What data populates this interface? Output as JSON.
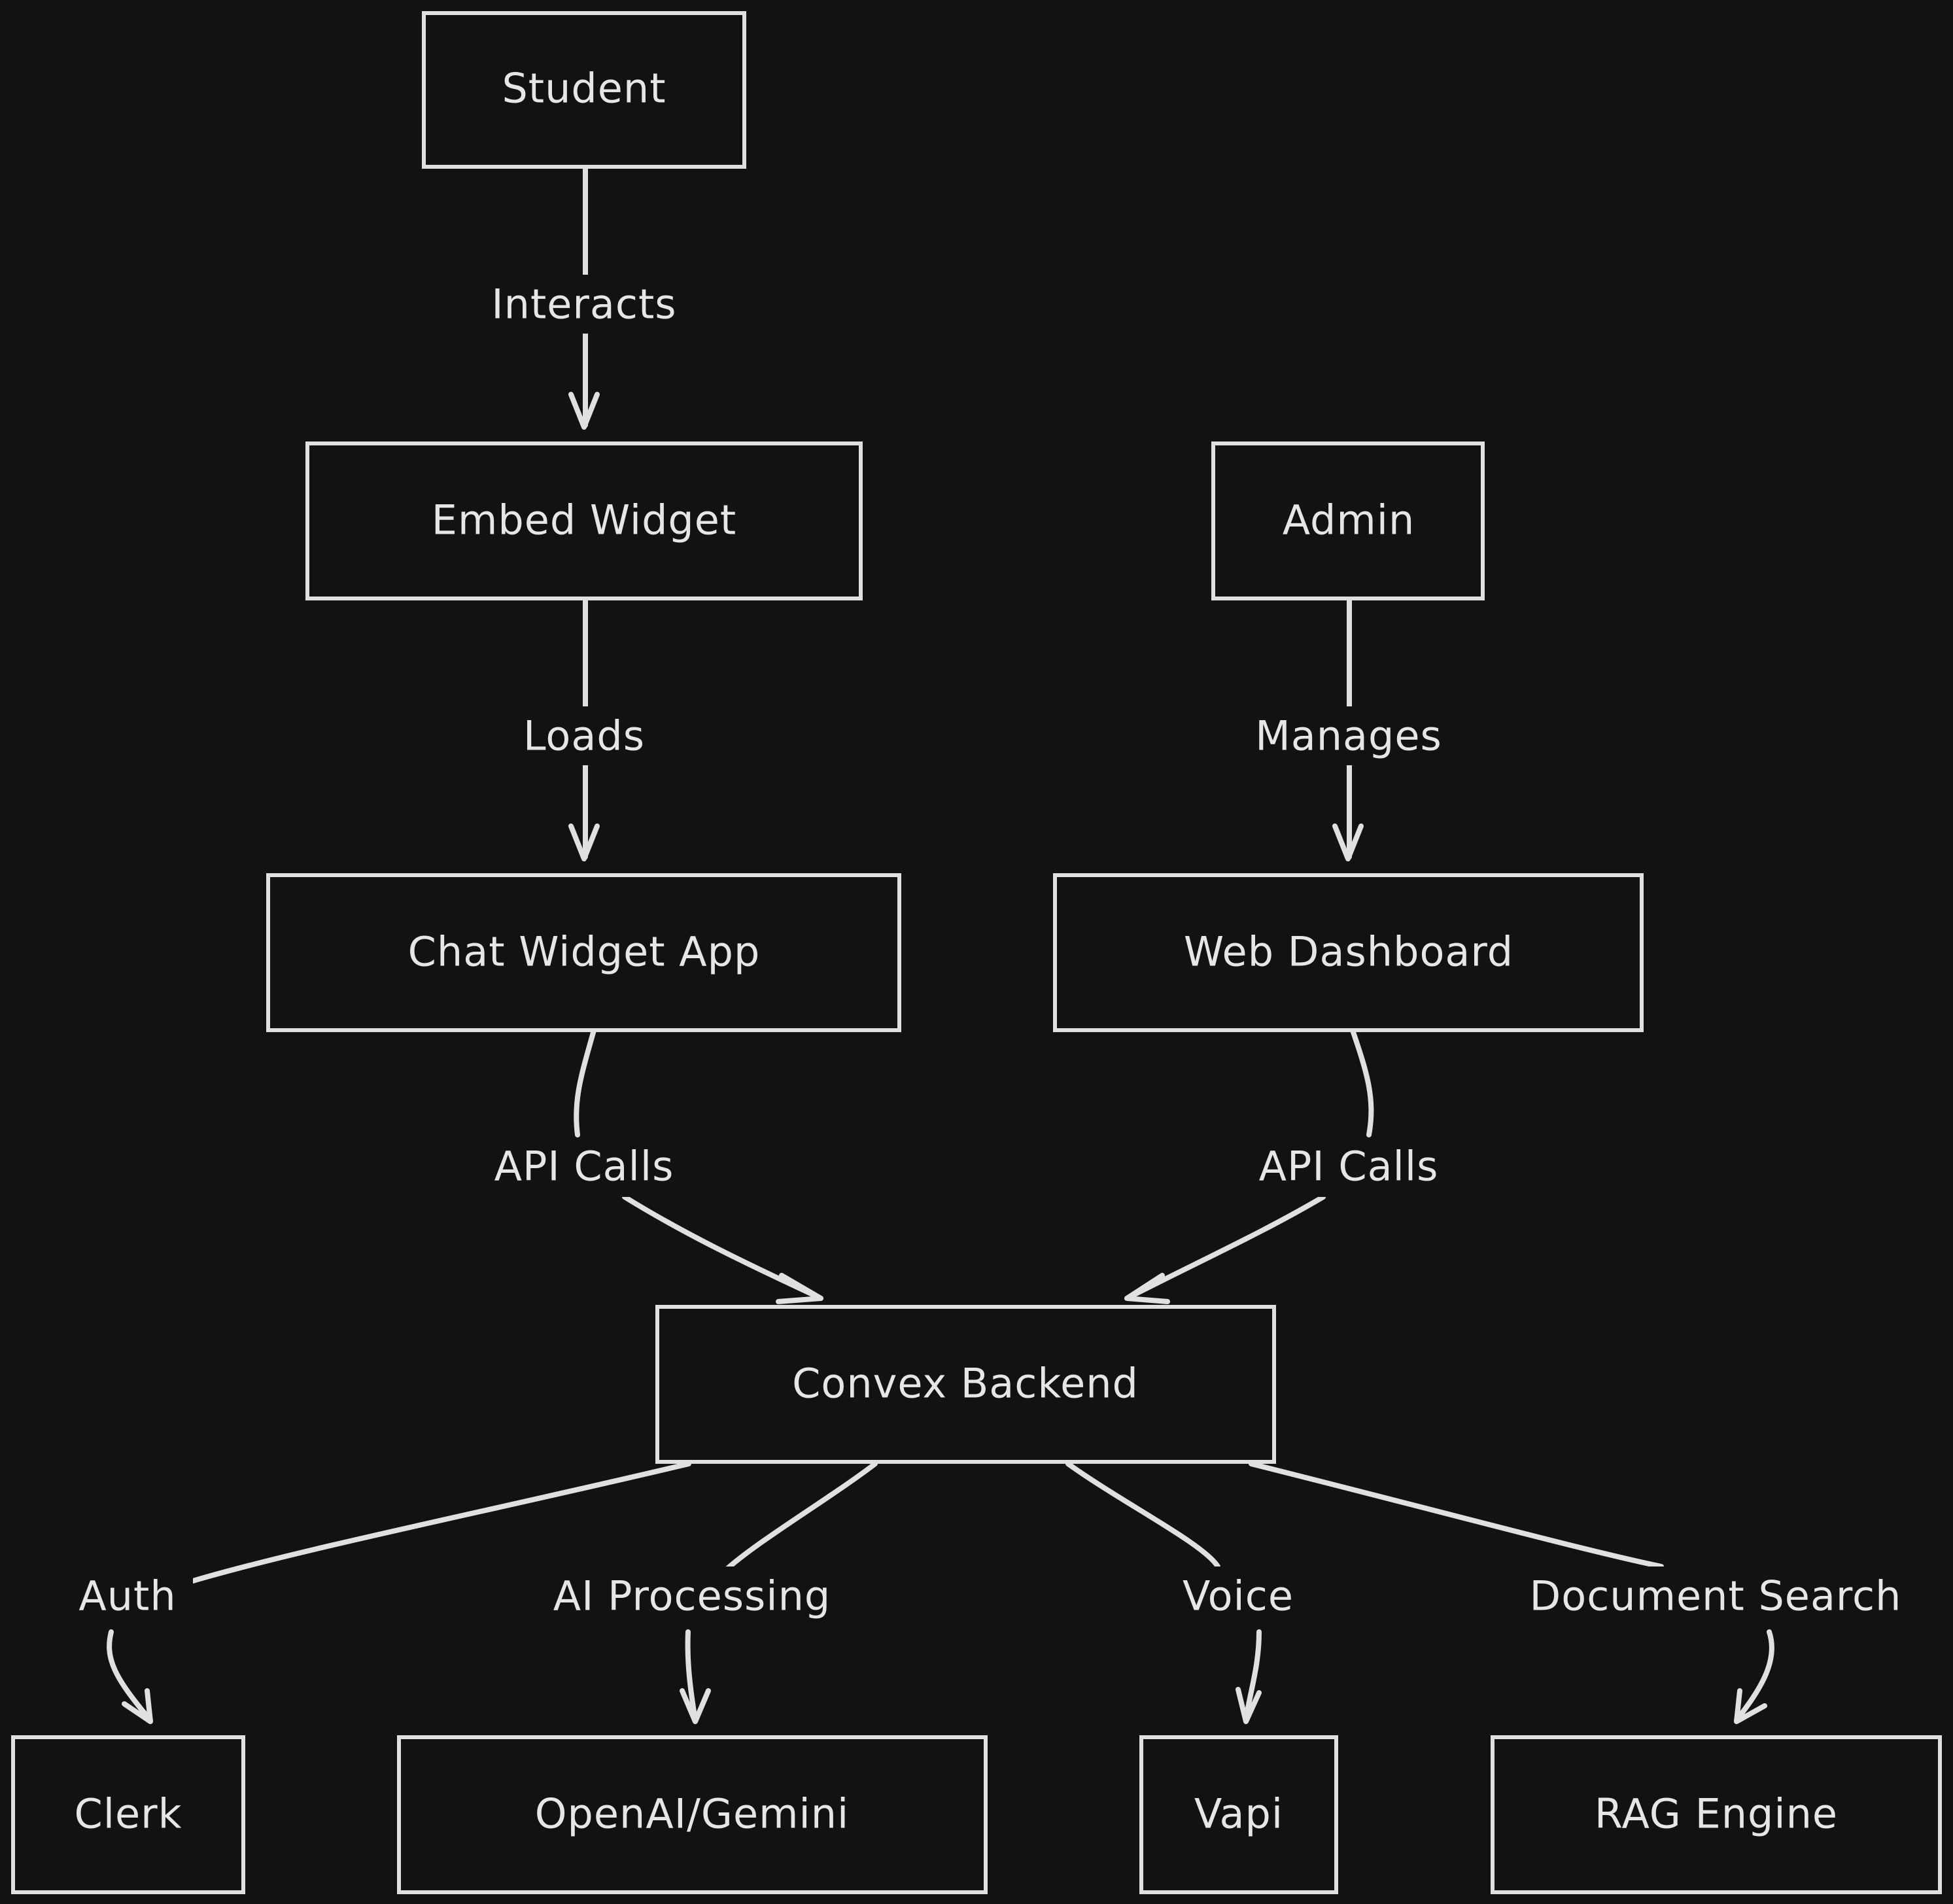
{
  "diagram": {
    "background": "#121212",
    "stroke_color": "#e0e0e0",
    "nodes": {
      "student": "Student",
      "embed_widget": "Embed Widget",
      "admin": "Admin",
      "chat_widget_app": "Chat Widget App",
      "web_dashboard": "Web Dashboard",
      "convex_backend": "Convex Backend",
      "clerk": "Clerk",
      "openai_gemini": "OpenAI/Gemini",
      "vapi": "Vapi",
      "rag_engine": "RAG Engine"
    },
    "edges": {
      "interacts": "Interacts",
      "loads": "Loads",
      "manages": "Manages",
      "api_calls_chat": "API Calls",
      "api_calls_dashboard": "API Calls",
      "auth": "Auth",
      "ai_processing": "AI Processing",
      "voice": "Voice",
      "document_search": "Document Search"
    }
  }
}
